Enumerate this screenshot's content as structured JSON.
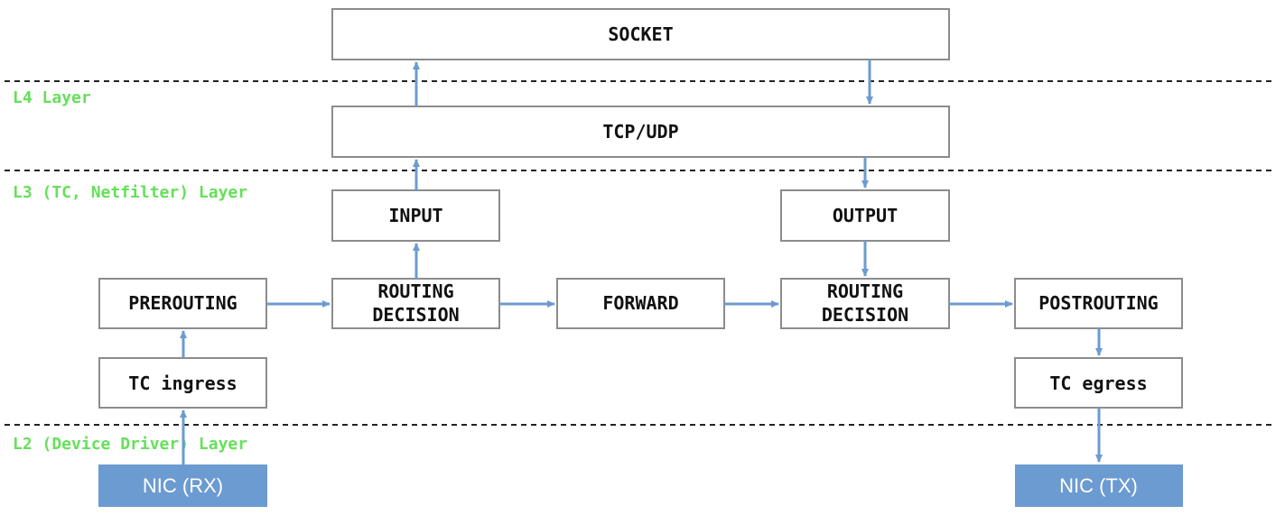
{
  "colors": {
    "accent": "#6b9bd1",
    "layer_label": "#66e05a"
  },
  "layers": {
    "l4": "L4 Layer",
    "l3": "L3 (TC, Netfilter) Layer",
    "l2": "L2 (Device Driver) Layer"
  },
  "boxes": {
    "socket": "SOCKET",
    "tcp_udp": "TCP/UDP",
    "input": "INPUT",
    "output": "OUTPUT",
    "prerouting": "PREROUTING",
    "routing_decision_1": [
      "ROUTING",
      "DECISION"
    ],
    "forward": "FORWARD",
    "routing_decision_2": [
      "ROUTING",
      "DECISION"
    ],
    "postrouting": "POSTROUTING",
    "tc_ingress": "TC ingress",
    "tc_egress": "TC egress",
    "nic_rx": "NIC (RX)",
    "nic_tx": "NIC (TX)"
  }
}
